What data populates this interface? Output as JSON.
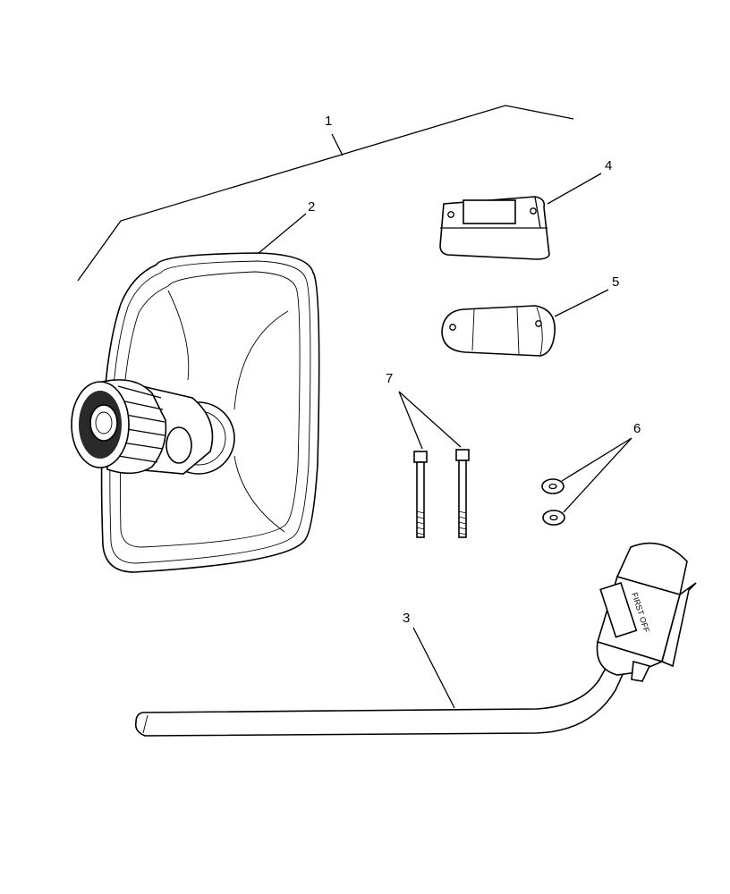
{
  "callouts": {
    "c1": "1",
    "c2": "2",
    "c3": "3",
    "c4": "4",
    "c5": "5",
    "c6": "6",
    "c7": "7"
  },
  "parts": {
    "switch_text": "FIRST OFF"
  }
}
